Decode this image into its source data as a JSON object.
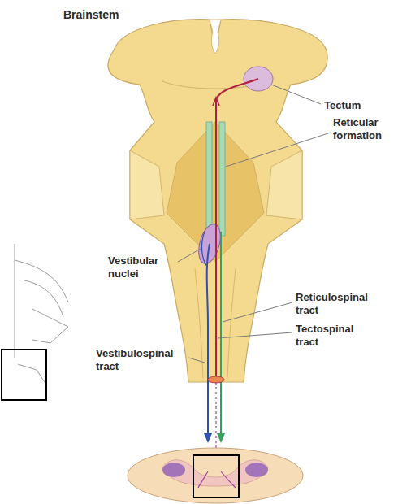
{
  "diagram": {
    "title": "Brainstem",
    "labels": [
      "Tectum",
      "Reticular formation",
      "Vestibular nuclei",
      "Reticulospinal tract",
      "Tectospinal tract",
      "Vestibulospinal tract"
    ]
  }
}
